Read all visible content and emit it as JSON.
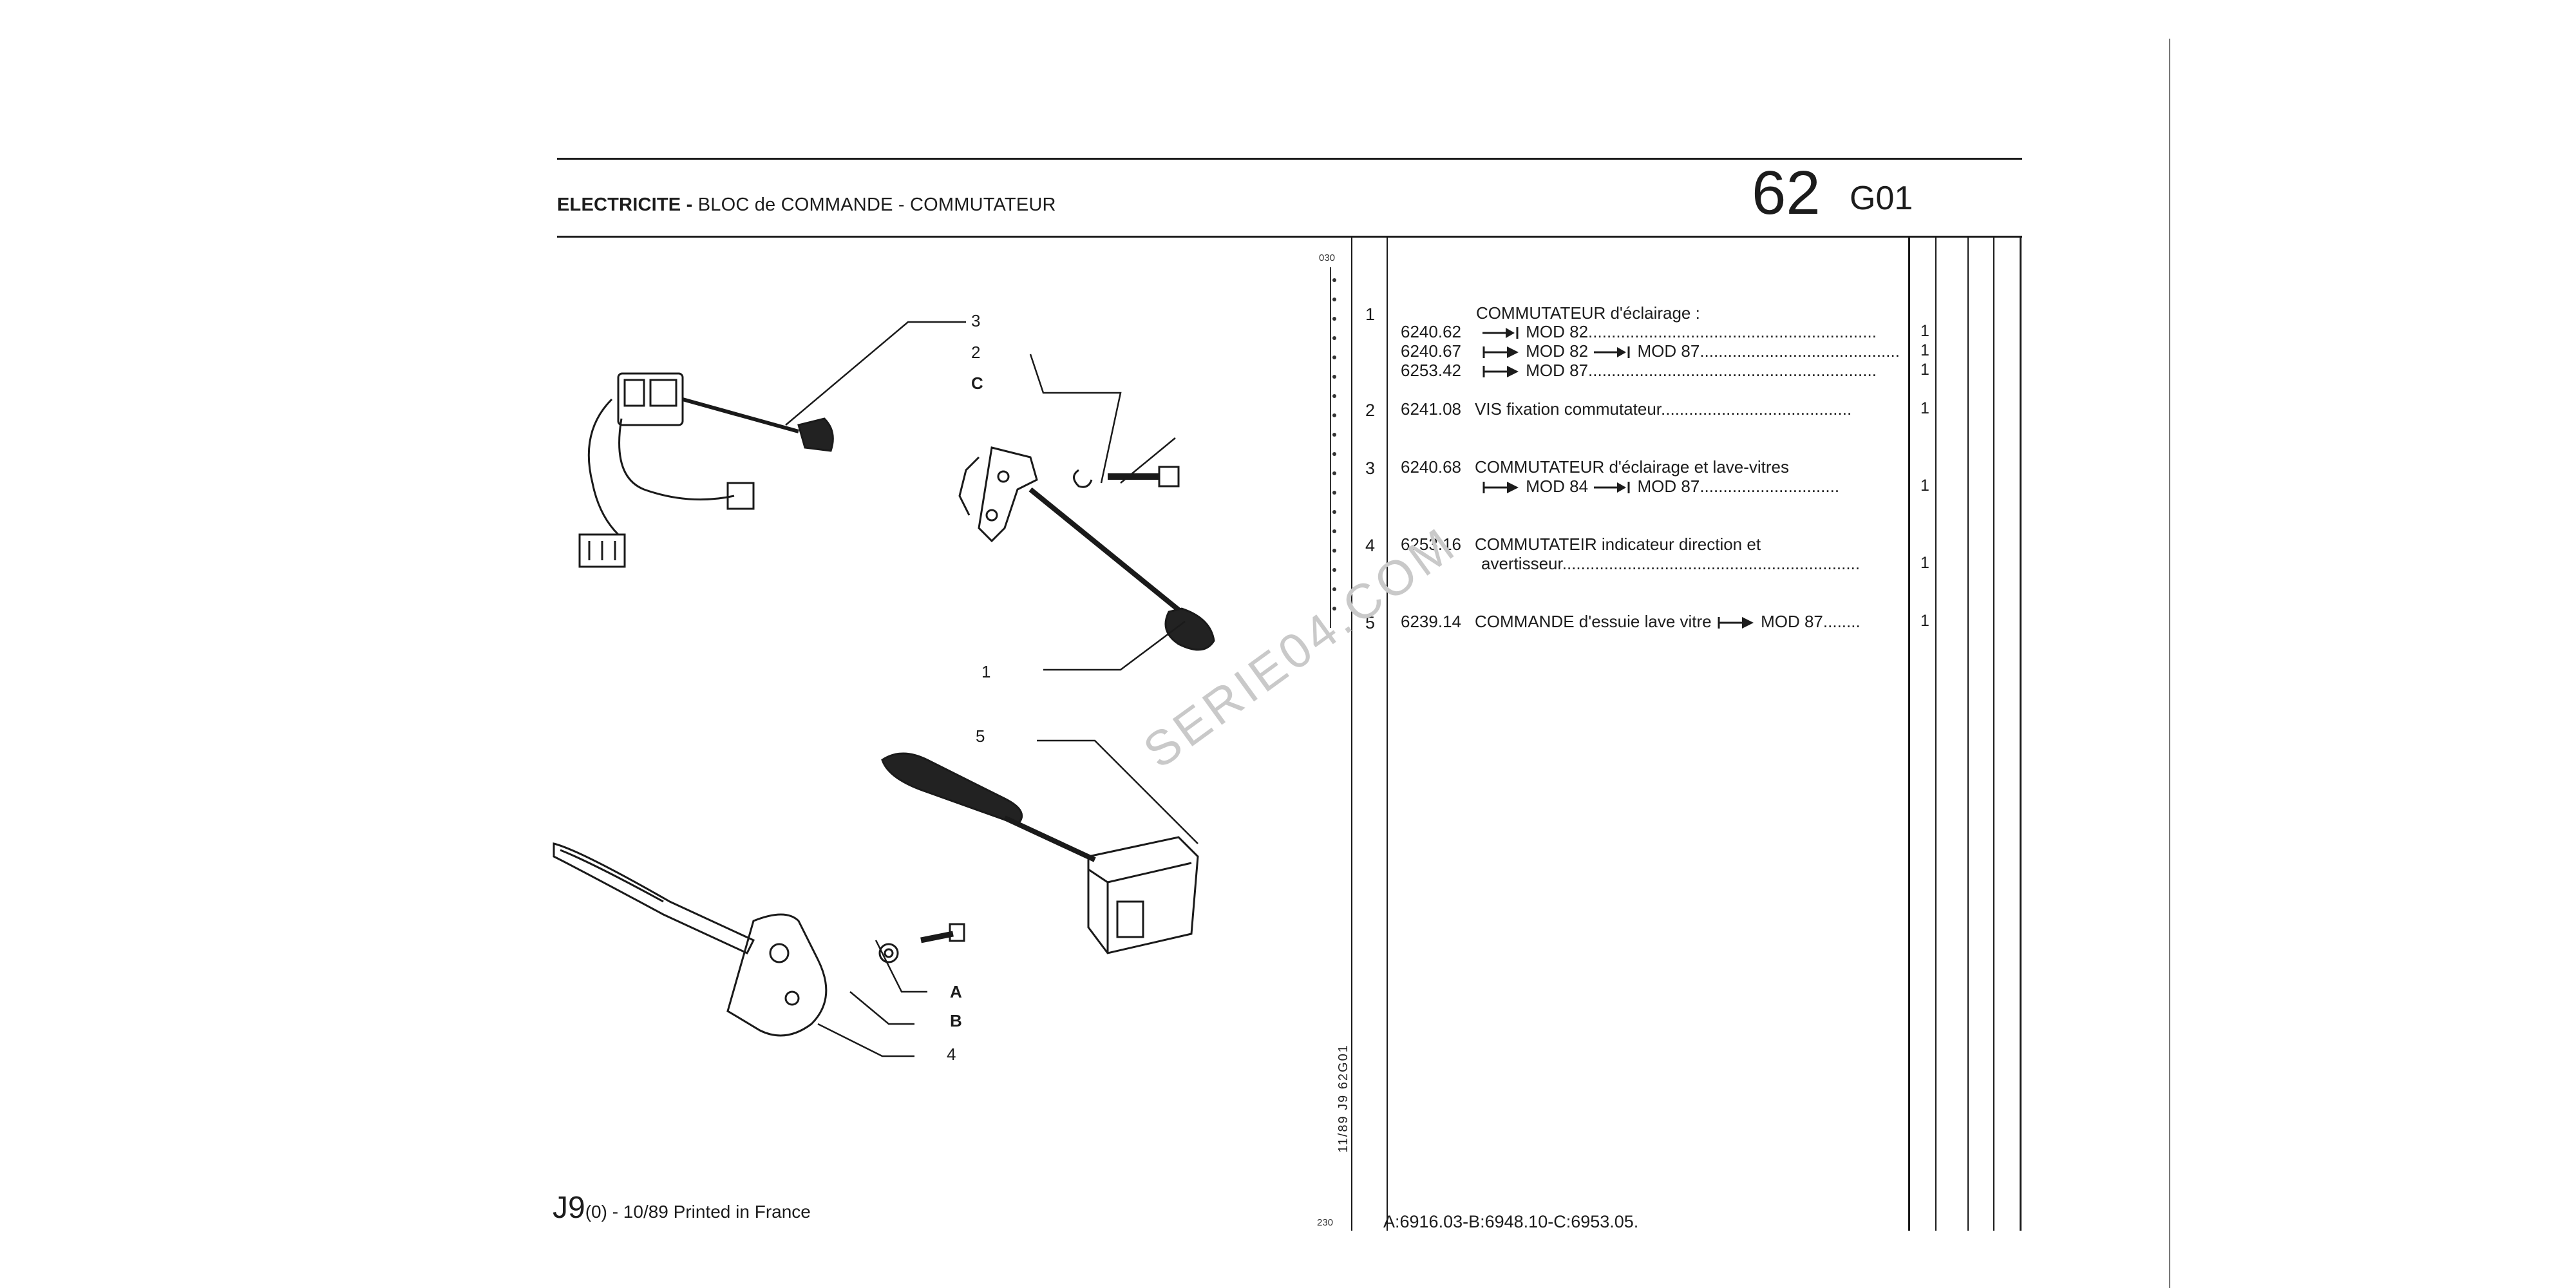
{
  "header": {
    "title_main": "ELECTRICITE -",
    "title_sub": "BLOC de COMMANDE - COMMUTATEUR",
    "group_number": "62",
    "group_code": "G01"
  },
  "margin_codes": {
    "top": "030",
    "bottom": "230",
    "vertical": "11/89   J9   62G01"
  },
  "rows": [
    {
      "index": "1",
      "title": "COMMUTATEUR d'éclairage :",
      "lines": [
        {
          "ref": "6240.62",
          "text": "MOD 82",
          "qty": "1"
        },
        {
          "ref": "6240.67",
          "text": "MOD 82",
          "text2": "MOD 87",
          "qty": "1"
        },
        {
          "ref": "6253.42",
          "text": "MOD 87",
          "qty": "1"
        }
      ]
    },
    {
      "index": "2",
      "ref": "6241.08",
      "text": "VIS fixation commutateur",
      "qty": "1"
    },
    {
      "index": "3",
      "ref": "6240.68",
      "text": "COMMUTATEUR d'éclairage et lave-vitres",
      "line2_a": "MOD 84",
      "line2_b": "MOD 87",
      "qty": "1"
    },
    {
      "index": "4",
      "ref": "6253.16",
      "text": "COMMUTATEIR indicateur direction et",
      "line2": "avertisseur",
      "qty": "1"
    },
    {
      "index": "5",
      "ref": "6239.14",
      "text": "COMMANDE d'essuie lave vitre",
      "text2": "MOD 87",
      "qty": "1"
    }
  ],
  "callouts": [
    "3",
    "2",
    "C",
    "1",
    "5",
    "A",
    "B",
    "4"
  ],
  "watermark": "SERIE04.COM",
  "footer": {
    "code": "J9",
    "rest": "(0) - 10/89 Printed in France",
    "notes": "A:6916.03-B:6948.10-C:6953.05."
  }
}
